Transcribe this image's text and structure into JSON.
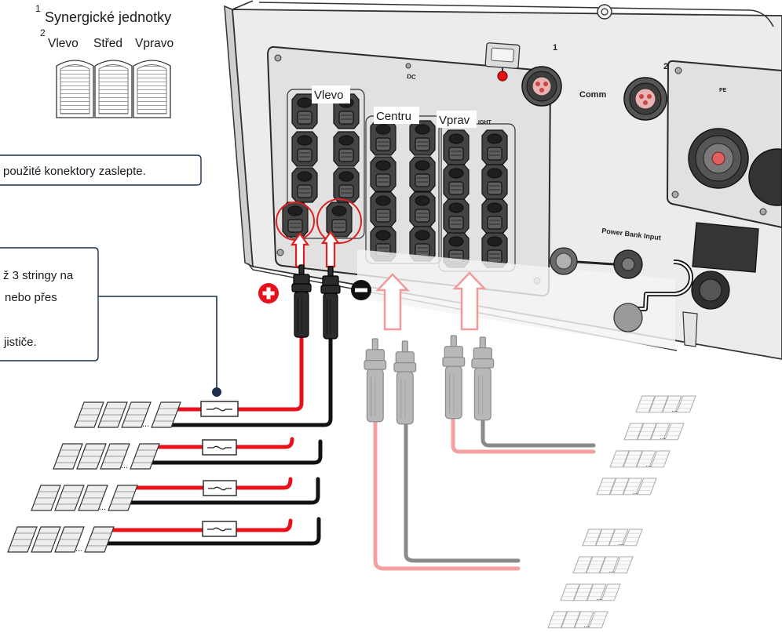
{
  "legend": {
    "title_index": "1",
    "title": "Synergické jednotky",
    "positions_index": "2",
    "positions": {
      "left": "Vlevo",
      "center": "Střed",
      "right": "Vpravo"
    }
  },
  "notes": {
    "blank_unused": "použité konektory zaslepte.",
    "strings": [
      "ž 3 stringy na",
      "nebo přes",
      "jističe."
    ]
  },
  "connector_groups": {
    "left": "Vlevo",
    "center": "Centru",
    "right": "Vprav"
  },
  "inverter": {
    "dc": "DC",
    "comm": "Comm",
    "port_1": "1",
    "port_2": "2",
    "pe": "PE",
    "power_bank_input": "Power Bank Input",
    "right_label_fragment": "IGHT"
  },
  "pv_strings": {
    "ellipsis": "..."
  },
  "colors": {
    "positive_wire": "#e8101a",
    "negative_wire": "#111111",
    "dimmed_positive_wire": "#f4a0a0",
    "dimmed_negative_wire": "#8a8a8a",
    "callout_border": "#1f2d4f",
    "highlight": "#e02020"
  }
}
